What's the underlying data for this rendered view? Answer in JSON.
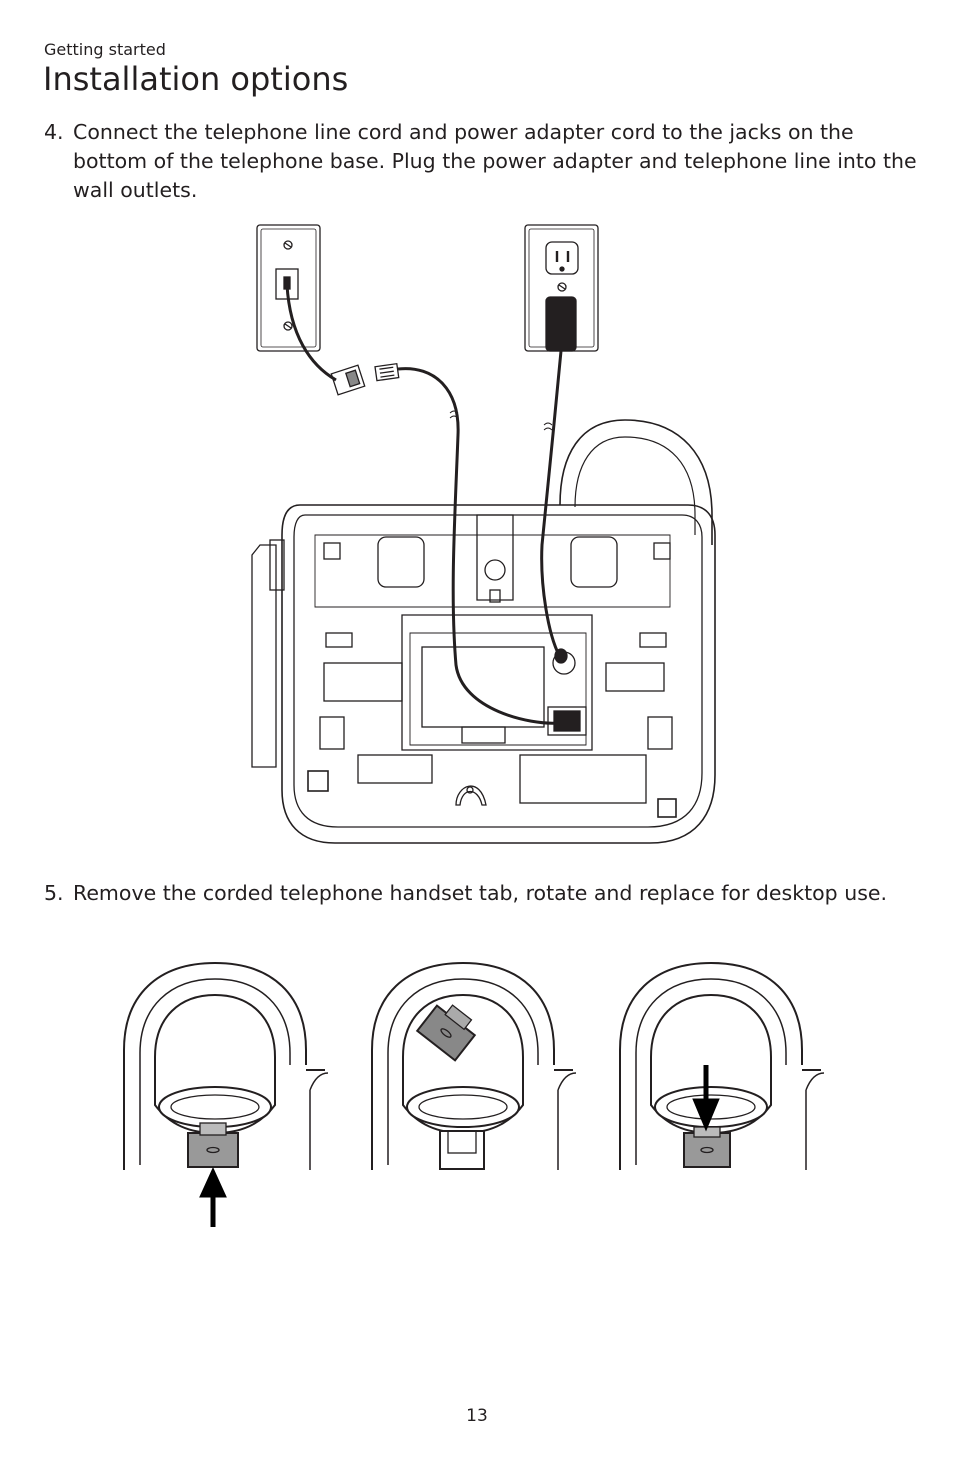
{
  "header": {
    "section": "Getting started",
    "title": "Installation options"
  },
  "steps": [
    {
      "number": "4.",
      "text": "Connect the telephone line cord and power adapter cord to the jacks on the bottom of the telephone base. Plug the power adapter and telephone line into the wall outlets."
    },
    {
      "number": "5.",
      "text": "Remove the corded telephone handset tab, rotate and replace for desktop use."
    }
  ],
  "footer": {
    "page_number": "13"
  }
}
